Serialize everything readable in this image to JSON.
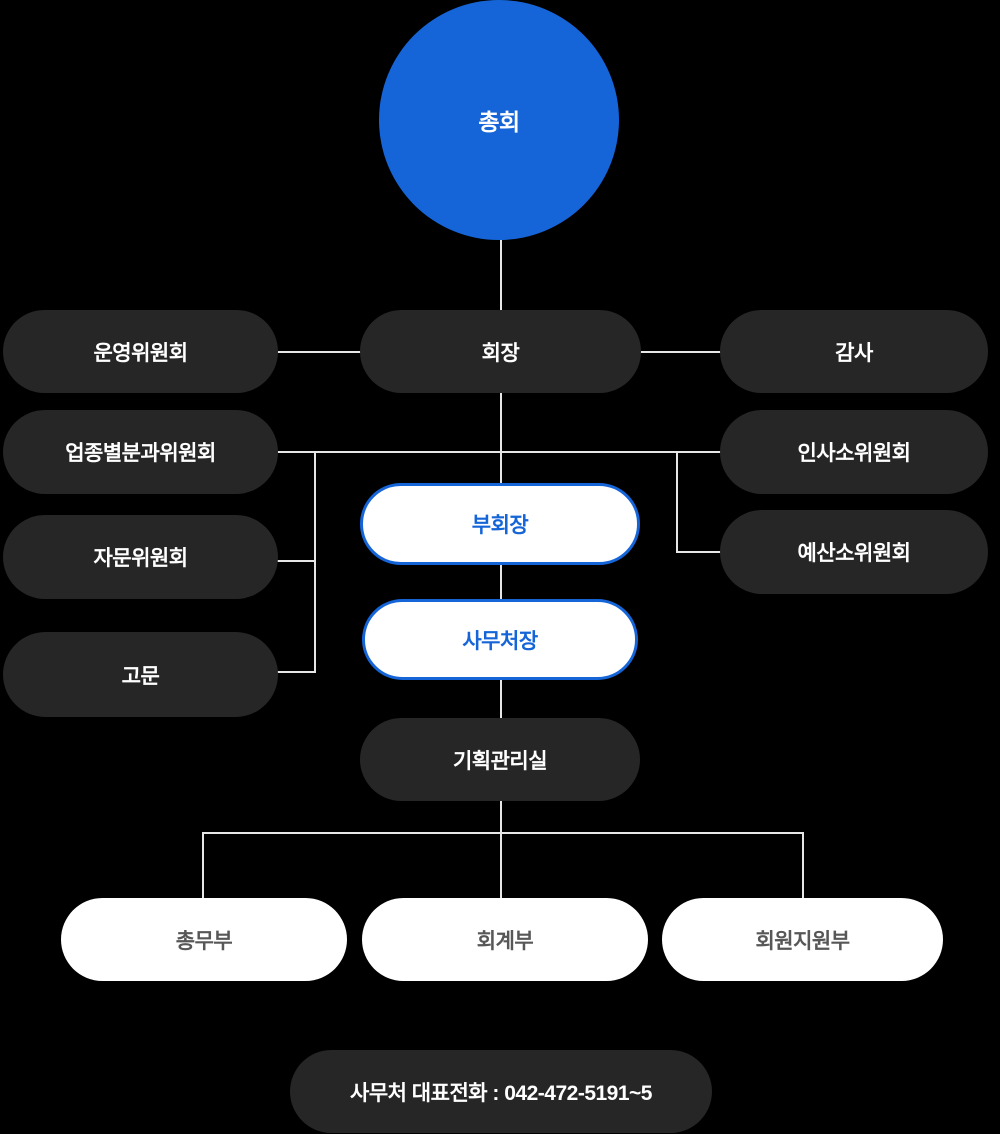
{
  "colors": {
    "background": "#000000",
    "primary_blue": "#1565d8",
    "dark_pill": "#262626",
    "connector_line": "#e6e6e6",
    "white_pill": "#ffffff",
    "muted_gray_text": "#575757"
  },
  "nodes": {
    "general_assembly": "총회",
    "chairman": "회장",
    "operating_committee": "운영위원회",
    "auditor": "감사",
    "sector_subcommittees": "업종별분과위원회",
    "hr_subcommittee": "인사소위원회",
    "advisory_committee": "자문위원회",
    "budget_subcommittee": "예산소위원회",
    "advisor": "고문",
    "vice_chairman": "부회장",
    "secretary_general": "사무처장",
    "planning_management_office": "기획관리실",
    "general_affairs_dept": "총무부",
    "accounting_dept": "회계부",
    "member_support_dept": "회원지원부"
  },
  "footer": {
    "phone_label": "사무처 대표전화 : 042-472-5191~5"
  },
  "diagram": {
    "type": "org-chart",
    "edges": [
      [
        "총회",
        "회장"
      ],
      [
        "회장",
        "운영위원회"
      ],
      [
        "회장",
        "감사"
      ],
      [
        "회장",
        "업종별분과위원회"
      ],
      [
        "회장",
        "자문위원회"
      ],
      [
        "회장",
        "고문"
      ],
      [
        "회장",
        "인사소위원회"
      ],
      [
        "회장",
        "예산소위원회"
      ],
      [
        "회장",
        "부회장"
      ],
      [
        "부회장",
        "사무처장"
      ],
      [
        "사무처장",
        "기획관리실"
      ],
      [
        "기획관리실",
        "총무부"
      ],
      [
        "기획관리실",
        "회계부"
      ],
      [
        "기획관리실",
        "회원지원부"
      ]
    ]
  }
}
